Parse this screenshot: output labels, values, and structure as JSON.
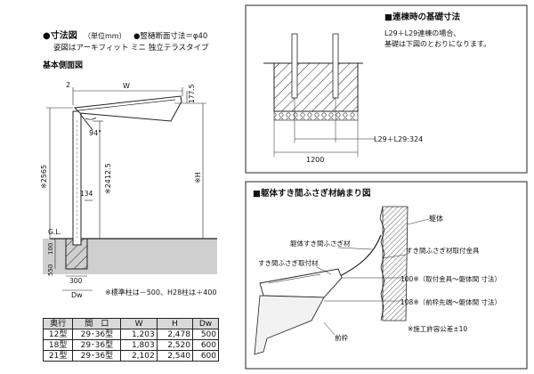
{
  "left": {
    "title": "●寸法図",
    "title_unit": "（単位mm）",
    "post_note": "●竪樋断面寸法＝φ40",
    "subtitle": "姿図はアーキフィット ミニ 独立テラスタイプ",
    "section_title": "基本側面図",
    "dims": {
      "top_left": "2",
      "w": "W",
      "h177": "177.5",
      "angle": "94°",
      "h2565": "※2565",
      "h2412": "※2412.5",
      "h134": "134",
      "hH": "※H",
      "gl": "G.L.",
      "h100": "100",
      "h550": "550",
      "w300": "300",
      "dw": "Dw"
    },
    "note": "※標準柱は－500、H28柱は＋400"
  },
  "table": {
    "headers": [
      "奥行",
      "間　口",
      "W",
      "H",
      "Dw"
    ],
    "rows": [
      [
        "12型",
        "29･36型",
        "1,203",
        "2,478",
        "500"
      ],
      [
        "18型",
        "29･36型",
        "1,803",
        "2,520",
        "600"
      ],
      [
        "21型",
        "29･36型",
        "2,102",
        "2,540",
        "600"
      ]
    ]
  },
  "top_right": {
    "title": "■連棟時の基礎寸法",
    "note_line1": "L29＋L29連棟の場合、",
    "note_line2": "基礎は下図のとおりになります。",
    "dim_l": "L29＋L29:324",
    "dim_1200": "1200"
  },
  "bottom_right": {
    "title": "■躯体すき間ふさぎ材納まり図",
    "label_kutai": "躯体",
    "label_fusagi": "躯体すき間ふさぎ材",
    "label_kanagu": "すき間ふさぎ材取付金具",
    "label_toritsuke": "すき間ふさぎ取付材",
    "label_100": "100※（取付金具～躯体間 寸法）",
    "label_108": "108※（前枠先端～躯体間 寸法）",
    "label_maewaku": "前枠",
    "label_kyoyo": "※施工許容公差±10"
  }
}
